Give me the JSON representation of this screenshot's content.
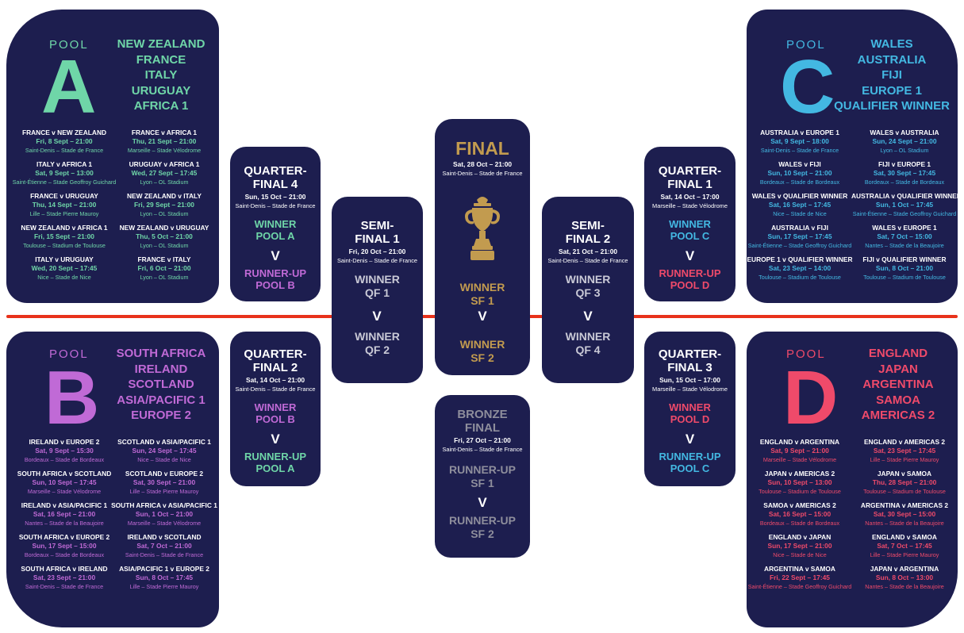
{
  "colors": {
    "navy": "#1d1e4f",
    "red_line": "#e8321b",
    "pool_a": "#6fd6a8",
    "pool_b": "#c06ad6",
    "pool_c": "#43b8e2",
    "pool_d": "#ef4a6a",
    "gold": "#c29b4f",
    "bronze": "#8e8e9c",
    "white": "#ffffff"
  },
  "pool_word": "POOL",
  "pools": {
    "a": {
      "letter": "A",
      "teams": [
        "NEW ZEALAND",
        "FRANCE",
        "ITALY",
        "URUGUAY",
        "AFRICA 1"
      ],
      "matches": [
        {
          "title": "FRANCE v NEW ZEALAND",
          "date": "Fri, 8 Sept – 21:00",
          "venue": "Saint-Denis – Stade de France"
        },
        {
          "title": "FRANCE v AFRICA 1",
          "date": "Thu, 21 Sept – 21:00",
          "venue": "Marseille – Stade Vélodrome"
        },
        {
          "title": "ITALY v AFRICA 1",
          "date": "Sat, 9 Sept – 13:00",
          "venue": "Saint-Étienne – Stade Geoffroy Guichard"
        },
        {
          "title": "URUGUAY v AFRICA 1",
          "date": "Wed, 27 Sept – 17:45",
          "venue": "Lyon – OL Stadium"
        },
        {
          "title": "FRANCE v URUGUAY",
          "date": "Thu, 14 Sept – 21:00",
          "venue": "Lille – Stade Pierre Mauroy"
        },
        {
          "title": "NEW ZEALAND v ITALY",
          "date": "Fri, 29 Sept – 21:00",
          "venue": "Lyon – OL Stadium"
        },
        {
          "title": "NEW ZEALAND v AFRICA 1",
          "date": "Fri, 15 Sept – 21:00",
          "venue": "Toulouse – Stadium de Toulouse"
        },
        {
          "title": "NEW ZEALAND v URUGUAY",
          "date": "Thu, 5 Oct – 21:00",
          "venue": "Lyon – OL Stadium"
        },
        {
          "title": "ITALY v URUGUAY",
          "date": "Wed, 20 Sept – 17:45",
          "venue": "Nice – Stade de Nice"
        },
        {
          "title": "FRANCE v ITALY",
          "date": "Fri, 6 Oct – 21:00",
          "venue": "Lyon – OL Stadium"
        }
      ]
    },
    "b": {
      "letter": "B",
      "teams": [
        "SOUTH AFRICA",
        "IRELAND",
        "SCOTLAND",
        "ASIA/PACIFIC 1",
        "EUROPE 2"
      ],
      "matches": [
        {
          "title": "IRELAND v EUROPE 2",
          "date": "Sat, 9 Sept – 15:30",
          "venue": "Bordeaux – Stade de Bordeaux"
        },
        {
          "title": "SCOTLAND v ASIA/PACIFIC 1",
          "date": "Sun, 24 Sept – 17:45",
          "venue": "Nice – Stade de Nice"
        },
        {
          "title": "SOUTH AFRICA v SCOTLAND",
          "date": "Sun, 10 Sept – 17:45",
          "venue": "Marseille – Stade Vélodrome"
        },
        {
          "title": "SCOTLAND v EUROPE 2",
          "date": "Sat, 30 Sept – 21:00",
          "venue": "Lille – Stade Pierre Mauroy"
        },
        {
          "title": "IRELAND v ASIA/PACIFIC 1",
          "date": "Sat, 16 Sept – 21:00",
          "venue": "Nantes – Stade de la Beaujoire"
        },
        {
          "title": "SOUTH AFRICA v ASIA/PACIFIC 1",
          "date": "Sun, 1 Oct – 21:00",
          "venue": "Marseille – Stade Vélodrome"
        },
        {
          "title": "SOUTH AFRICA v EUROPE 2",
          "date": "Sun, 17 Sept – 15:00",
          "venue": "Bordeaux – Stade de Bordeaux"
        },
        {
          "title": "IRELAND v SCOTLAND",
          "date": "Sat, 7 Oct – 21:00",
          "venue": "Saint-Denis – Stade de France"
        },
        {
          "title": "SOUTH AFRICA v IRELAND",
          "date": "Sat, 23 Sept – 21:00",
          "venue": "Saint-Denis – Stade de France"
        },
        {
          "title": "ASIA/PACIFIC 1 v EUROPE 2",
          "date": "Sun, 8 Oct – 17:45",
          "venue": "Lille – Stade Pierre Mauroy"
        }
      ]
    },
    "c": {
      "letter": "C",
      "teams": [
        "WALES",
        "AUSTRALIA",
        "FIJI",
        "EUROPE 1",
        "QUALIFIER WINNER"
      ],
      "matches": [
        {
          "title": "AUSTRALIA v EUROPE 1",
          "date": "Sat, 9 Sept – 18:00",
          "venue": "Saint-Denis – Stade de France"
        },
        {
          "title": "WALES v AUSTRALIA",
          "date": "Sun, 24 Sept – 21:00",
          "venue": "Lyon – OL Stadium"
        },
        {
          "title": "WALES v FIJI",
          "date": "Sun, 10 Sept – 21:00",
          "venue": "Bordeaux – Stade de Bordeaux"
        },
        {
          "title": "FIJI v EUROPE 1",
          "date": "Sat, 30 Sept – 17:45",
          "venue": "Bordeaux – Stade de Bordeaux"
        },
        {
          "title": "WALES v QUALIFIER WINNER",
          "date": "Sat, 16 Sept – 17:45",
          "venue": "Nice – Stade de Nice"
        },
        {
          "title": "AUSTRALIA v QUALIFIER WINNER",
          "date": "Sun, 1 Oct – 17:45",
          "venue": "Saint-Étienne – Stade Geoffroy Guichard"
        },
        {
          "title": "AUSTRALIA v FIJI",
          "date": "Sun, 17 Sept – 17:45",
          "venue": "Saint-Étienne – Stade Geoffroy Guichard"
        },
        {
          "title": "WALES v EUROPE 1",
          "date": "Sat, 7 Oct – 15:00",
          "venue": "Nantes – Stade de la Beaujoire"
        },
        {
          "title": "EUROPE 1 v QUALIFIER WINNER",
          "date": "Sat, 23 Sept – 14:00",
          "venue": "Toulouse – Stadium de Toulouse"
        },
        {
          "title": "FIJI v QUALIFIER WINNER",
          "date": "Sun, 8 Oct – 21:00",
          "venue": "Toulouse – Stadium de Toulouse"
        }
      ]
    },
    "d": {
      "letter": "D",
      "teams": [
        "ENGLAND",
        "JAPAN",
        "ARGENTINA",
        "SAMOA",
        "AMERICAS 2"
      ],
      "matches": [
        {
          "title": "ENGLAND v ARGENTINA",
          "date": "Sat, 9 Sept – 21:00",
          "venue": "Marseille – Stade Vélodrome"
        },
        {
          "title": "ENGLAND v AMERICAS 2",
          "date": "Sat, 23 Sept – 17:45",
          "venue": "Lille – Stade Pierre Mauroy"
        },
        {
          "title": "JAPAN v AMERICAS 2",
          "date": "Sun, 10 Sept – 13:00",
          "venue": "Toulouse – Stadium de Toulouse"
        },
        {
          "title": "JAPAN v SAMOA",
          "date": "Thu, 28 Sept – 21:00",
          "venue": "Toulouse – Stadium de Toulouse"
        },
        {
          "title": "SAMOA v AMERICAS 2",
          "date": "Sat, 16 Sept – 15:00",
          "venue": "Bordeaux – Stade de Bordeaux"
        },
        {
          "title": "ARGENTINA v AMERICAS 2",
          "date": "Sat, 30 Sept – 15:00",
          "venue": "Nantes – Stade de la Beaujoire"
        },
        {
          "title": "ENGLAND v JAPAN",
          "date": "Sun, 17 Sept – 21:00",
          "venue": "Nice – Stade de Nice"
        },
        {
          "title": "ENGLAND v SAMOA",
          "date": "Sat, 7 Oct – 17:45",
          "venue": "Lille – Stade Pierre Mauroy"
        },
        {
          "title": "ARGENTINA v SAMOA",
          "date": "Fri, 22 Sept – 17:45",
          "venue": "Saint-Étienne – Stade Geoffroy Guichard"
        },
        {
          "title": "JAPAN v ARGENTINA",
          "date": "Sun, 8 Oct – 13:00",
          "venue": "Nantes – Stade de la Beaujoire"
        }
      ]
    }
  },
  "quarter_finals": {
    "qf4": {
      "title1": "QUARTER-",
      "title2": "FINAL 4",
      "date": "Sun, 15 Oct – 21:00",
      "venue": "Saint-Denis – Stade de France",
      "top1": "WINNER",
      "top2": "POOL A",
      "v": "V",
      "bot1": "RUNNER-UP",
      "bot2": "POOL B"
    },
    "qf2": {
      "title1": "QUARTER-",
      "title2": "FINAL 2",
      "date": "Sat, 14 Oct – 21:00",
      "venue": "Saint-Denis – Stade de France",
      "top1": "WINNER",
      "top2": "POOL B",
      "v": "V",
      "bot1": "RUNNER-UP",
      "bot2": "POOL A"
    },
    "qf1": {
      "title1": "QUARTER-",
      "title2": "FINAL 1",
      "date": "Sat, 14 Oct – 17:00",
      "venue": "Marseille – Stade Vélodrome",
      "top1": "WINNER",
      "top2": "POOL C",
      "v": "V",
      "bot1": "RUNNER-UP",
      "bot2": "POOL D"
    },
    "qf3": {
      "title1": "QUARTER-",
      "title2": "FINAL 3",
      "date": "Sun, 15 Oct – 17:00",
      "venue": "Marseille – Stade Vélodrome",
      "top1": "WINNER",
      "top2": "POOL D",
      "v": "V",
      "bot1": "RUNNER-UP",
      "bot2": "POOL C"
    }
  },
  "semi_finals": {
    "sf1": {
      "title1": "SEMI-",
      "title2": "FINAL 1",
      "date": "Fri, 20 Oct – 21:00",
      "venue": "Saint-Denis – Stade de France",
      "top1": "WINNER",
      "top2": "QF 1",
      "v": "V",
      "bot1": "WINNER",
      "bot2": "QF 2"
    },
    "sf2": {
      "title1": "SEMI-",
      "title2": "FINAL 2",
      "date": "Sat, 21 Oct – 21:00",
      "venue": "Saint-Denis – Stade de France",
      "top1": "WINNER",
      "top2": "QF 3",
      "v": "V",
      "bot1": "WINNER",
      "bot2": "QF 4"
    }
  },
  "final": {
    "title": "FINAL",
    "date": "Sat, 28 Oct – 21:00",
    "venue": "Saint-Denis – Stade de France",
    "top1": "WINNER",
    "top2": "SF 1",
    "v": "V",
    "bot1": "WINNER",
    "bot2": "SF 2",
    "trophy_icon": "trophy-icon"
  },
  "bronze_final": {
    "title1": "BRONZE",
    "title2": "FINAL",
    "date": "Fri, 27 Oct – 21:00",
    "venue": "Saint-Denis – Stade de France",
    "top1": "RUNNER-UP",
    "top2": "SF 1",
    "v": "V",
    "bot1": "RUNNER-UP",
    "bot2": "SF 2"
  }
}
